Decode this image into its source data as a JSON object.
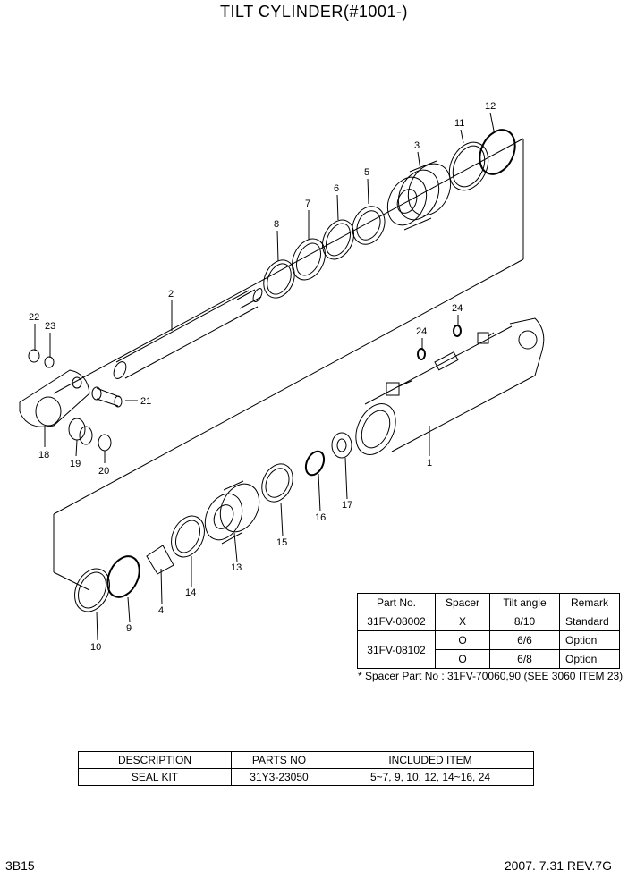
{
  "title": "TILT CYLINDER(#1001-)",
  "callouts": [
    {
      "id": "c1",
      "text": "1"
    },
    {
      "id": "c2",
      "text": "2"
    },
    {
      "id": "c3",
      "text": "3"
    },
    {
      "id": "c4",
      "text": "4"
    },
    {
      "id": "c5",
      "text": "5"
    },
    {
      "id": "c6",
      "text": "6"
    },
    {
      "id": "c7",
      "text": "7"
    },
    {
      "id": "c8",
      "text": "8"
    },
    {
      "id": "c9",
      "text": "9"
    },
    {
      "id": "c10",
      "text": "10"
    },
    {
      "id": "c11",
      "text": "11"
    },
    {
      "id": "c12",
      "text": "12"
    },
    {
      "id": "c13",
      "text": "13"
    },
    {
      "id": "c14",
      "text": "14"
    },
    {
      "id": "c15",
      "text": "15"
    },
    {
      "id": "c16",
      "text": "16"
    },
    {
      "id": "c17",
      "text": "17"
    },
    {
      "id": "c18",
      "text": "18"
    },
    {
      "id": "c19",
      "text": "19"
    },
    {
      "id": "c20",
      "text": "20"
    },
    {
      "id": "c21",
      "text": "21"
    },
    {
      "id": "c22",
      "text": "22"
    },
    {
      "id": "c23",
      "text": "23"
    },
    {
      "id": "c24a",
      "text": "24"
    },
    {
      "id": "c24b",
      "text": "24"
    }
  ],
  "spec_table": {
    "headers": [
      "Part No.",
      "Spacer",
      "Tilt angle",
      "Remark"
    ],
    "rows": [
      {
        "part_no": "31FV-08002",
        "spacer": "X",
        "tilt": "8/10",
        "remark": "Standard"
      },
      {
        "part_no": "31FV-08102",
        "spacer": "O",
        "tilt": "6/6",
        "remark": "Option"
      },
      {
        "part_no": "",
        "spacer": "O",
        "tilt": "6/8",
        "remark": "Option"
      }
    ]
  },
  "note": "* Spacer Part No : 31FV-70060,90 (SEE 3060 ITEM 23)",
  "kit_table": {
    "headers": [
      "DESCRIPTION",
      "PARTS NO",
      "INCLUDED ITEM"
    ],
    "rows": [
      {
        "description": "SEAL KIT",
        "parts_no": "31Y3-23050",
        "included": "5~7, 9, 10, 12, 14~16, 24"
      }
    ]
  },
  "footer": {
    "page_code": "3B15",
    "revision": "2007. 7.31 REV.7G"
  }
}
